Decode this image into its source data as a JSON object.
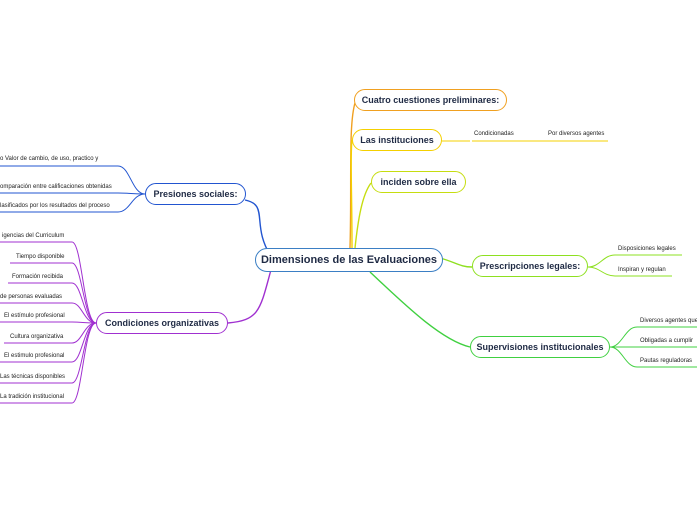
{
  "central": "Dimensiones de las Evaluaciones",
  "branches": {
    "cuatro": {
      "label": "Cuatro cuestiones preliminares:",
      "color": "#f0a020"
    },
    "instituciones": {
      "label": "Las instituciones",
      "color": "#f4d000",
      "children": [
        "Condicionadas",
        "Por diversos agentes"
      ]
    },
    "inciden": {
      "label": "inciden sobre ella",
      "color": "#c6dd10"
    },
    "prescripciones": {
      "label": "Prescripciones legales:",
      "color": "#8ee020",
      "children": [
        "Disposiciones legales",
        "Inspiran y regulan"
      ]
    },
    "supervisiones": {
      "label": "Supervisiones institucionales",
      "color": "#40d040",
      "children": [
        "Diversos agentes que",
        "Obligadas a cumplir",
        "Pautas reguladoras"
      ]
    },
    "presiones": {
      "label": "Presiones sociales:",
      "color": "#2255d0",
      "children": [
        "o Valor de cambio, de uso, practico y",
        "omparación entre calificaciones obtenidas",
        "lasificados por los resultados del proceso"
      ]
    },
    "condiciones": {
      "label": "Condiciones organizativas",
      "color": "#a030d0",
      "children": [
        "igencias del Curriculum",
        "Tiempo disponible",
        "Formación recibida",
        "de personas evaluadas",
        "El estímulo profesional",
        "Cultura organizativa",
        "El estimulo profesional",
        "Las técnicas disponibles",
        "La tradición institucional"
      ]
    }
  }
}
